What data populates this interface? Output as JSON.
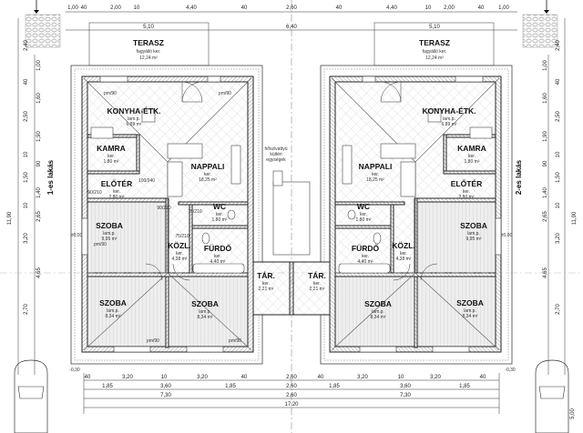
{
  "plan": {
    "units": [
      {
        "label": "1-es lakás"
      },
      {
        "label": "2-es lakás"
      }
    ],
    "terrace": [
      {
        "name": "TERASZ",
        "floor": "fagyálló ker.",
        "area": "12,24 m²"
      },
      {
        "name": "TERASZ",
        "floor": "fagyálló ker.",
        "area": "12,24 m²"
      }
    ],
    "rooms_left": [
      {
        "name": "KONYHA-ÉTK.",
        "floor": "lam.p.",
        "area": "6,89 m²"
      },
      {
        "name": "KAMRA",
        "floor": "ker.",
        "area": "1,80 m²"
      },
      {
        "name": "ELŐTÉR",
        "floor": "ker.",
        "area": "2,80 m²"
      },
      {
        "name": "NAPPALI",
        "floor": "ker.",
        "area": "18,25 m²"
      },
      {
        "name": "WC",
        "floor": "ker.",
        "area": "1,80 m²"
      },
      {
        "name": "SZOBA",
        "floor": "lam.p.",
        "area": "9,95 m²"
      },
      {
        "name": "KÖZL.",
        "floor": "ker.",
        "area": "4,38 m²"
      },
      {
        "name": "FÜRDŐ",
        "floor": "ker.",
        "area": "4,40 m²"
      },
      {
        "name": "SZOBA",
        "floor": "lam.p.",
        "area": "8,34 m²"
      },
      {
        "name": "SZOBA",
        "floor": "lam.p.",
        "area": "8,34 m²"
      },
      {
        "name": "TÁR.",
        "floor": "ker.",
        "area": "2,21 m²"
      }
    ],
    "rooms_right": [
      {
        "name": "KONYHA-ÉTK.",
        "floor": "lam.p.",
        "area": "6,89 m²"
      },
      {
        "name": "KAMRA",
        "floor": "ker.",
        "area": "1,80 m²"
      },
      {
        "name": "ELŐTÉR",
        "floor": "ker.",
        "area": "2,80 m²"
      },
      {
        "name": "NAPPALI",
        "floor": "ker.",
        "area": "18,25 m²"
      },
      {
        "name": "WC",
        "floor": "ker.",
        "area": "1,80 m²"
      },
      {
        "name": "SZOBA",
        "floor": "lam.p.",
        "area": "9,95 m²"
      },
      {
        "name": "KÖZL.",
        "floor": "ker.",
        "area": "4,38 m²"
      },
      {
        "name": "FÜRDŐ",
        "floor": "ker.",
        "area": "4,40 m²"
      },
      {
        "name": "SZOBA",
        "floor": "lam.p.",
        "area": "8,34 m²"
      },
      {
        "name": "SZOBA",
        "floor": "lam.p.",
        "area": "8,34 m²"
      },
      {
        "name": "TÁR.",
        "floor": "ker.",
        "area": "2,21 m²"
      }
    ],
    "heat_pump_note": [
      "hőszivattyú",
      "kültéri",
      "egységek"
    ],
    "dims_top_row1": [
      "1,00",
      "40",
      "2,00",
      "10",
      "4,40",
      "40",
      "2,60",
      "40",
      "4,40",
      "10",
      "2,00",
      "40",
      "1,00"
    ],
    "dims_top_row2": [
      "5,10",
      "6,40",
      "5,10"
    ],
    "dims_bottom_row1": [
      "40",
      "3,20",
      "10",
      "3,20",
      "40",
      "2,60",
      "40",
      "3,20",
      "10",
      "3,20",
      "40"
    ],
    "dims_bottom_row2": [
      "1,85",
      "3,60",
      "1,85",
      "2,60",
      "1,85",
      "3,60",
      "1,85"
    ],
    "dims_bottom_row3": [
      "7,30",
      "2,60",
      "7,30"
    ],
    "dims_bottom_total": "17,20",
    "level_marks": [
      "-0,30",
      "-0,30",
      "±0,00",
      "±0,00"
    ],
    "dims_left_vertical": [
      "2,40",
      "1,00",
      "40",
      "1,60",
      "2,50",
      "1,90",
      "10",
      "90",
      "1,50",
      "1,40",
      "10",
      "2,65",
      "3,20",
      "4,65",
      "2,70",
      "11,90"
    ],
    "dims_right_vertical": [
      "2,40",
      "1,00",
      "40",
      "1,60",
      "2,50",
      "1,90",
      "10",
      "90",
      "1,50",
      "1,40",
      "10",
      "2,65",
      "3,20",
      "4,65",
      "2,70",
      "11,90"
    ],
    "parking_depth": "5,00",
    "window_tags": [
      "pm/90",
      "pm/90",
      "pm/90",
      "pm/90",
      "pm/90"
    ],
    "door_tags": [
      "90/210",
      "100/240",
      "75/210",
      "75/210",
      "90/210"
    ]
  }
}
